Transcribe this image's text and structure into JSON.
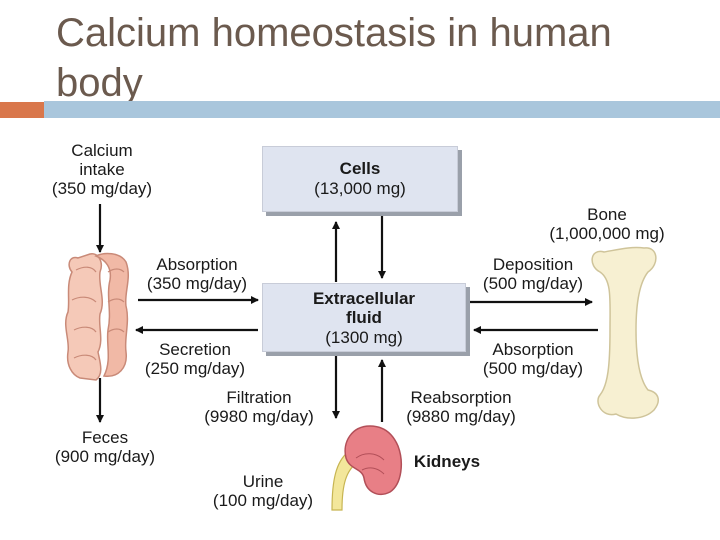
{
  "slide": {
    "title": "Calcium homeostasis in human body"
  },
  "diagram": {
    "cells": {
      "name": "Cells",
      "amount": "(13,000 mg)"
    },
    "ecf": {
      "line1": "Extracellular",
      "line2": "fluid",
      "amount": "(1300 mg)"
    },
    "calcium_intake": {
      "line1": "Calcium",
      "line2": "intake",
      "amount": "(350 mg/day)"
    },
    "gut_absorption": {
      "name": "Absorption",
      "amount": "(350 mg/day)"
    },
    "secretion": {
      "name": "Secretion",
      "amount": "(250 mg/day)"
    },
    "feces": {
      "name": "Feces",
      "amount": "(900 mg/day)"
    },
    "bone": {
      "name": "Bone",
      "amount": "(1,000,000 mg)"
    },
    "deposition": {
      "name": "Deposition",
      "amount": "(500 mg/day)"
    },
    "bone_absorption": {
      "name": "Absorption",
      "amount": "(500 mg/day)"
    },
    "filtration": {
      "name": "Filtration",
      "amount": "(9980 mg/day)"
    },
    "reabsorption": {
      "name": "Reabsorption",
      "amount": "(9880 mg/day)"
    },
    "kidneys": {
      "name": "Kidneys"
    },
    "urine": {
      "name": "Urine",
      "amount": "(100 mg/day)"
    }
  },
  "colors": {
    "title": "#6b5a4e",
    "accent_orange": "#d9774b",
    "accent_blue": "#a9c6dc",
    "box_fill": "#dfe4f0",
    "intestine": "#f5c9b8",
    "bone": "#f7f0d2",
    "kidney": "#e87f86"
  }
}
